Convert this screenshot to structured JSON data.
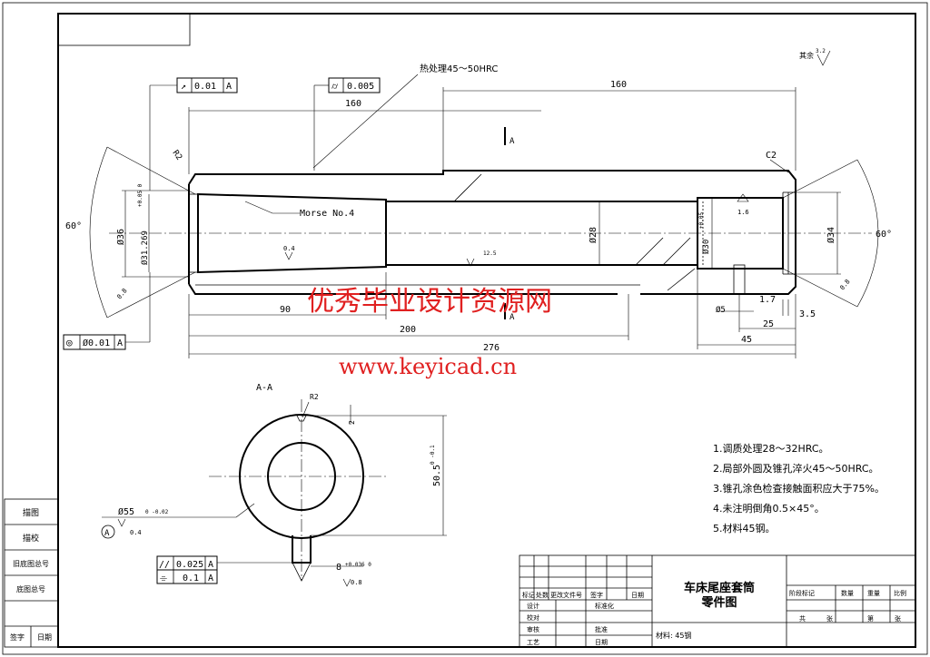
{
  "heat_treatment_label": "热处理45～50HRC",
  "roughness_other": "其余",
  "roughness_values": {
    "other": "3.2",
    "taper": "1.6",
    "bore": "0.4",
    "bore_mid": "12.5",
    "left_face": "0.8",
    "right_face": "0.8",
    "section": "0.4",
    "key": "0.8"
  },
  "tolerance_frames": {
    "runout_sym": "↗",
    "runout_value": "0.01",
    "runout_datum": "A",
    "cyl_sym": "⌭",
    "cyl_value": "0.005",
    "conc_sym": "◎",
    "conc_value": "Ø0.01",
    "conc_datum": "A",
    "par_sym": "//",
    "par_value": "0.025",
    "par_datum": "A",
    "sym_sym": "⌯",
    "sym_value": "0.1",
    "sym_datum": "A"
  },
  "dimensions": {
    "d160_left": "160",
    "d160_right": "160",
    "d90": "90",
    "d200": "200",
    "d276": "276",
    "d45": "45",
    "d25": "25",
    "d17": "1.7",
    "d35": "3.5",
    "d5": "Ø5",
    "d36": "Ø36",
    "d31": "Ø31.269",
    "d31_tol": "+0.05 0",
    "d28": "Ø28",
    "d30": "Ø30",
    "d30_tol": "+0.05",
    "d34": "Ø34",
    "angle_left": "60°",
    "angle_right": "60°",
    "r2_left": "R2",
    "c2": "C2",
    "morse": "Morse No.4",
    "section_mark": "A"
  },
  "section": {
    "title": "A-A",
    "r2": "R2",
    "d55": "Ø55",
    "d55_tol": "0 -0.02",
    "h505": "50.5",
    "h505_tol": "0 -0.1",
    "w8": "8",
    "w8_tol": "+0.036 0",
    "dim2": "2"
  },
  "notes": [
    "1.调质处理28～32HRC。",
    "2.局部外圆及锥孔淬火45～50HRC。",
    "3.锥孔涂色检查接触面积应大于75%。",
    "4.未注明倒角0.5×45°。",
    "5.材料45钢。"
  ],
  "watermark": {
    "cn": "优秀毕业设计资源网",
    "url": "www.keyicad.cn"
  },
  "title_block": {
    "part_name_1": "车床尾座套筒",
    "part_name_2": "零件图",
    "material": "材料: 45钢",
    "rev_headers": [
      "标记",
      "处数",
      "更改文件号",
      "签字",
      "日期"
    ],
    "roles": [
      "设计",
      "校对",
      "审核",
      "工艺"
    ],
    "std": "标准化",
    "approve": "批准",
    "date": "日期",
    "stage_headers": [
      "阶段标记",
      "数量",
      "重量",
      "比例"
    ],
    "sheet": [
      "共",
      "张",
      "第",
      "张"
    ]
  },
  "left_strip": [
    "描图",
    "描校",
    "旧底图总号",
    "底图总号",
    "签字",
    "日期"
  ]
}
